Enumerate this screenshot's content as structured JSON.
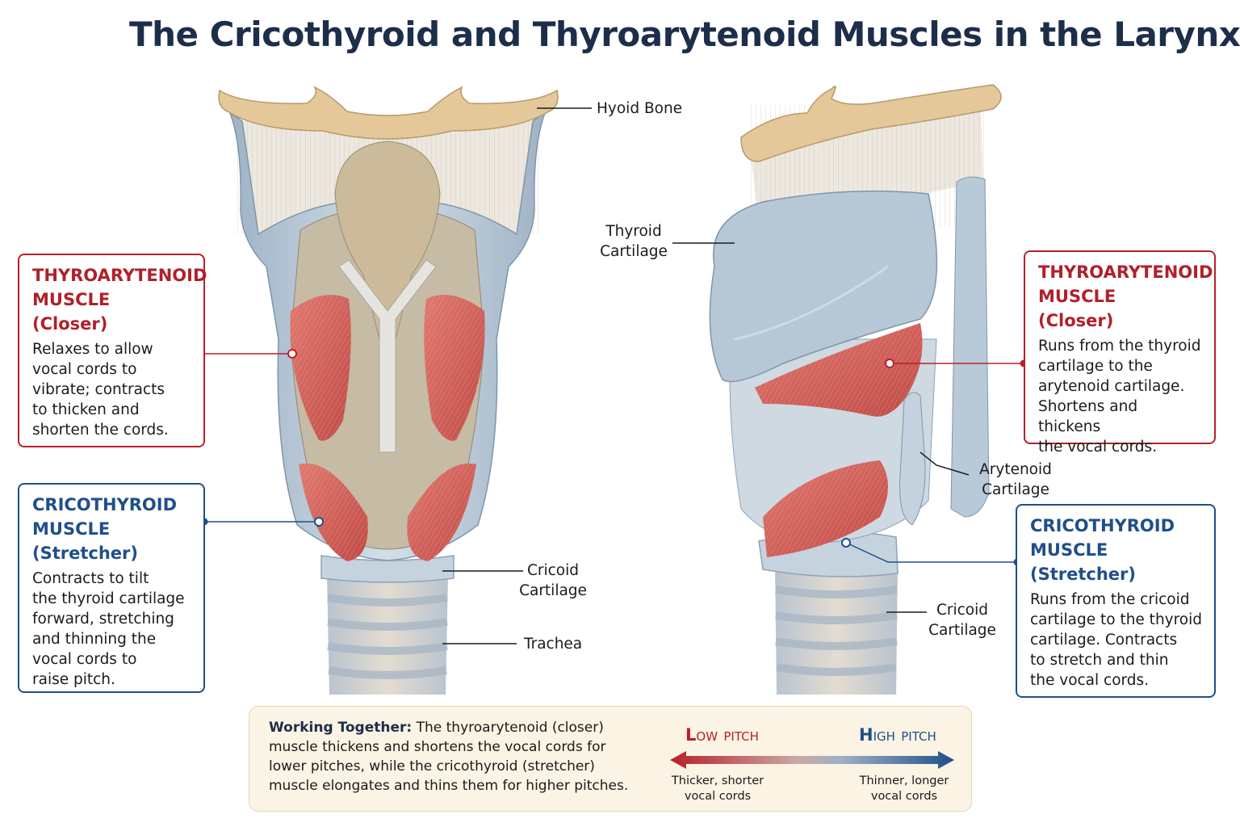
{
  "title": "The Cricothyroid and Thyroarytenoid Muscles in the Larynx",
  "labels": {
    "hyoid_bone": "Hyoid Bone",
    "thyroid_cartilage_1": "Thyroid",
    "thyroid_cartilage_2": "Cartilage",
    "cricoid_front_1": "Cricoid",
    "cricoid_front_2": "Cartilage",
    "trachea": "Trachea",
    "arytenoid_1": "Arytenoid",
    "arytenoid_2": "Cartilage",
    "cricoid_side_1": "Cricoid",
    "cricoid_side_2": "Cartilage"
  },
  "boxes": {
    "ta_left": {
      "heading": [
        "THYROARYTENOID",
        "MUSCLE",
        "(Closer)"
      ],
      "body": [
        "Relaxes to allow",
        "vocal cords to",
        "vibrate; contracts",
        "to thicken and",
        "shorten the cords."
      ]
    },
    "ct_left": {
      "heading": [
        "CRICOTHYROID",
        "MUSCLE",
        "(Stretcher)"
      ],
      "body": [
        "Contracts to tilt",
        "the thyroid cartilage",
        "forward, stretching",
        "and thinning the",
        "vocal cords to",
        "raise pitch."
      ]
    },
    "ta_right": {
      "heading": [
        "THYROARYTENOID",
        "MUSCLE",
        "(Closer)"
      ],
      "body": [
        "Runs from the thyroid",
        "cartilage to the",
        "arytenoid cartilage.",
        "Shortens and thickens",
        "the vocal cords."
      ]
    },
    "ct_right": {
      "heading": [
        "CRICOTHYROID",
        "MUSCLE",
        "(Stretcher)"
      ],
      "body": [
        "Runs from the cricoid",
        "cartilage to the thyroid",
        "cartilage. Contracts",
        "to stretch and thin",
        "the vocal cords."
      ]
    }
  },
  "bottom": {
    "lead": "Working Together:",
    "lines": [
      " The thyroarytenoid (closer)",
      "muscle thickens and shortens the vocal cords for",
      "lower pitches, while the cricothyroid (stretcher)",
      "muscle elongates and thins them for higher pitches."
    ],
    "low_big": "L",
    "low_rest": "OW",
    "low_small": "PITCH",
    "high_big": "H",
    "high_rest": "IGH",
    "high_small": "PITCH",
    "low_sub": [
      "Thicker, shorter",
      "vocal cords"
    ],
    "high_sub": [
      "Thinner, longer",
      "vocal cords"
    ]
  },
  "colors": {
    "title": "#1d2e4b",
    "red": "#b8202a",
    "blue": "#1f4f8a",
    "cartilage": "#b6c7d6",
    "bone": "#e4c89a",
    "muscle": "#d4625c",
    "panel": "#fbf3e3"
  }
}
